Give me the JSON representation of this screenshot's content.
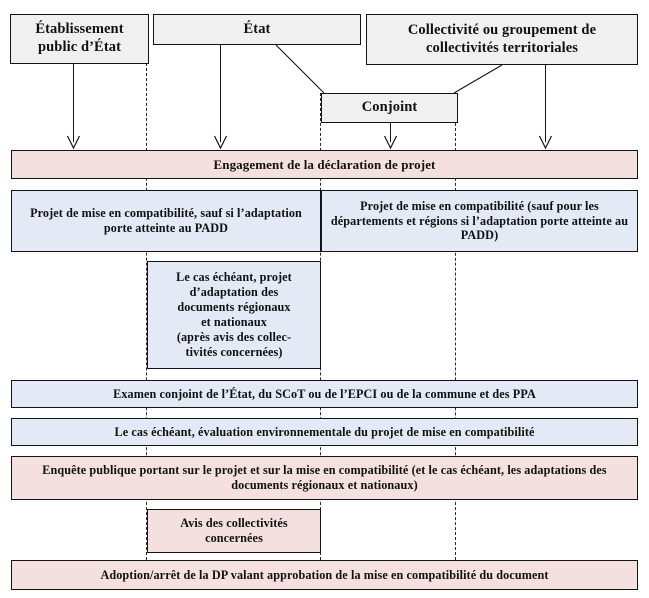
{
  "diagram": {
    "title": "Procedure de declaration de projet valant mise en compatibilite",
    "colors": {
      "grey_fill": "#f0f0f0",
      "pink_fill": "#f4e0de",
      "blue_fill": "#e3e9f5",
      "stroke": "#141414",
      "dash_stroke": "#2a2a2a",
      "background": "#ffffff"
    },
    "actors": [
      {
        "id": "etablissement",
        "label": "Établissement public d’État",
        "fill": "grey"
      },
      {
        "id": "etat",
        "label": "État",
        "fill": "grey"
      },
      {
        "id": "collectivite",
        "label": "Collectivité ou groupement de collectivités territoriales",
        "fill": "grey"
      },
      {
        "id": "conjoint",
        "label": "Conjoint",
        "fill": "grey"
      }
    ],
    "steps": [
      {
        "id": "engagement",
        "label": "Engagement de la déclaration de projet",
        "fill": "pink"
      },
      {
        "id": "projet-gauche",
        "label": "Projet de mise en compatibilité, sauf si l’adaptation porte atteinte au PADD",
        "fill": "blue"
      },
      {
        "id": "projet-droite",
        "label": "Projet de mise en compatibilité (sauf pour les départements et régions si l’adaptation porte atteinte au PADD)",
        "fill": "blue"
      },
      {
        "id": "adaptation",
        "label": "Le cas échéant, projet d’adaptation des documents régionaux et nationaux (après avis des collectivités concernées)",
        "lines": [
          "Le cas échéant, projet",
          "d’adaptation des",
          "documents régionaux",
          "et nationaux",
          "(après avis des collec-",
          "tivités concernées)"
        ],
        "fill": "blue"
      },
      {
        "id": "examen-conjoint",
        "label": "Examen conjoint de l’État, du SCoT ou de l’EPCI ou de la commune et des PPA",
        "fill": "blue"
      },
      {
        "id": "evaluation-environnementale",
        "label": "Le cas échéant, évaluation environnementale du projet de mise en compatibilité",
        "fill": "blue"
      },
      {
        "id": "enquete-publique",
        "label": "Enquête publique portant sur le projet et sur la mise en compatibilité (et le cas échéant, les adaptations des documents régionaux et nationaux)",
        "fill": "pink"
      },
      {
        "id": "avis-collectivites",
        "label": "Avis des collectivités concernées",
        "fill": "pink"
      },
      {
        "id": "adoption",
        "label": "Adoption/arrêt de la DP valant approbation de la mise en compatibilité du document",
        "fill": "pink"
      }
    ]
  }
}
